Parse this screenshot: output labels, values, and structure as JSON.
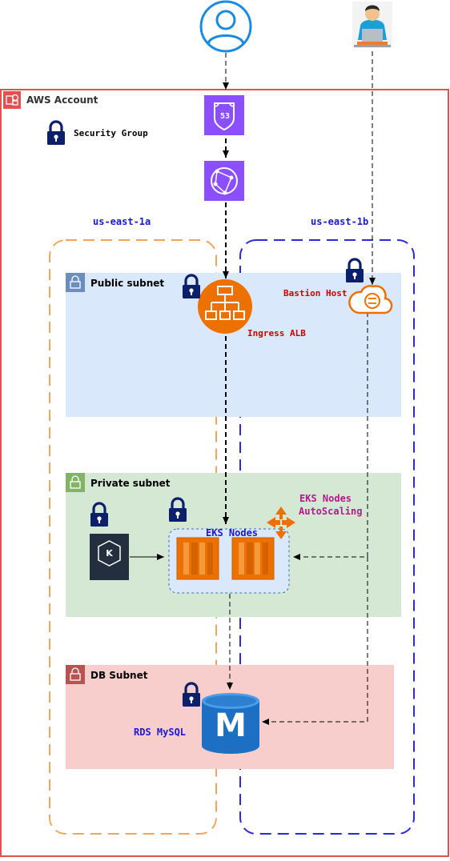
{
  "account": {
    "label": "AWS Account"
  },
  "legend": {
    "security_group": "Security Group"
  },
  "zones": {
    "a": "us-east-1a",
    "b": "us-east-1b"
  },
  "subnets": {
    "public": "Public subnet",
    "private": "Private subnet",
    "db": "DB Subnet"
  },
  "services": {
    "route53": "53",
    "alb": "Ingress ALB",
    "bastion": "Bastion Host",
    "eks_nodes": "EKS Nodes",
    "autoscaling_line1": "EKS Nodes",
    "autoscaling_line2": "AutoScaling",
    "rds": "RDS MySQL",
    "kubernetes_letter": "K",
    "rds_letter": "M"
  },
  "colors": {
    "account_border": "#e05252",
    "zone_a": "#f2a65a",
    "zone_b": "#2b2bd6",
    "public_bg": "#dae8fc",
    "private_bg": "#d5e8d4",
    "db_bg": "#f8cecc",
    "aws_purple": "#8c4fff",
    "aws_orange": "#ed7100",
    "lock_navy": "#0b1f6b",
    "red_label": "#cc0000",
    "magenta_label": "#b5198c",
    "blue_label": "#1a1acc"
  }
}
